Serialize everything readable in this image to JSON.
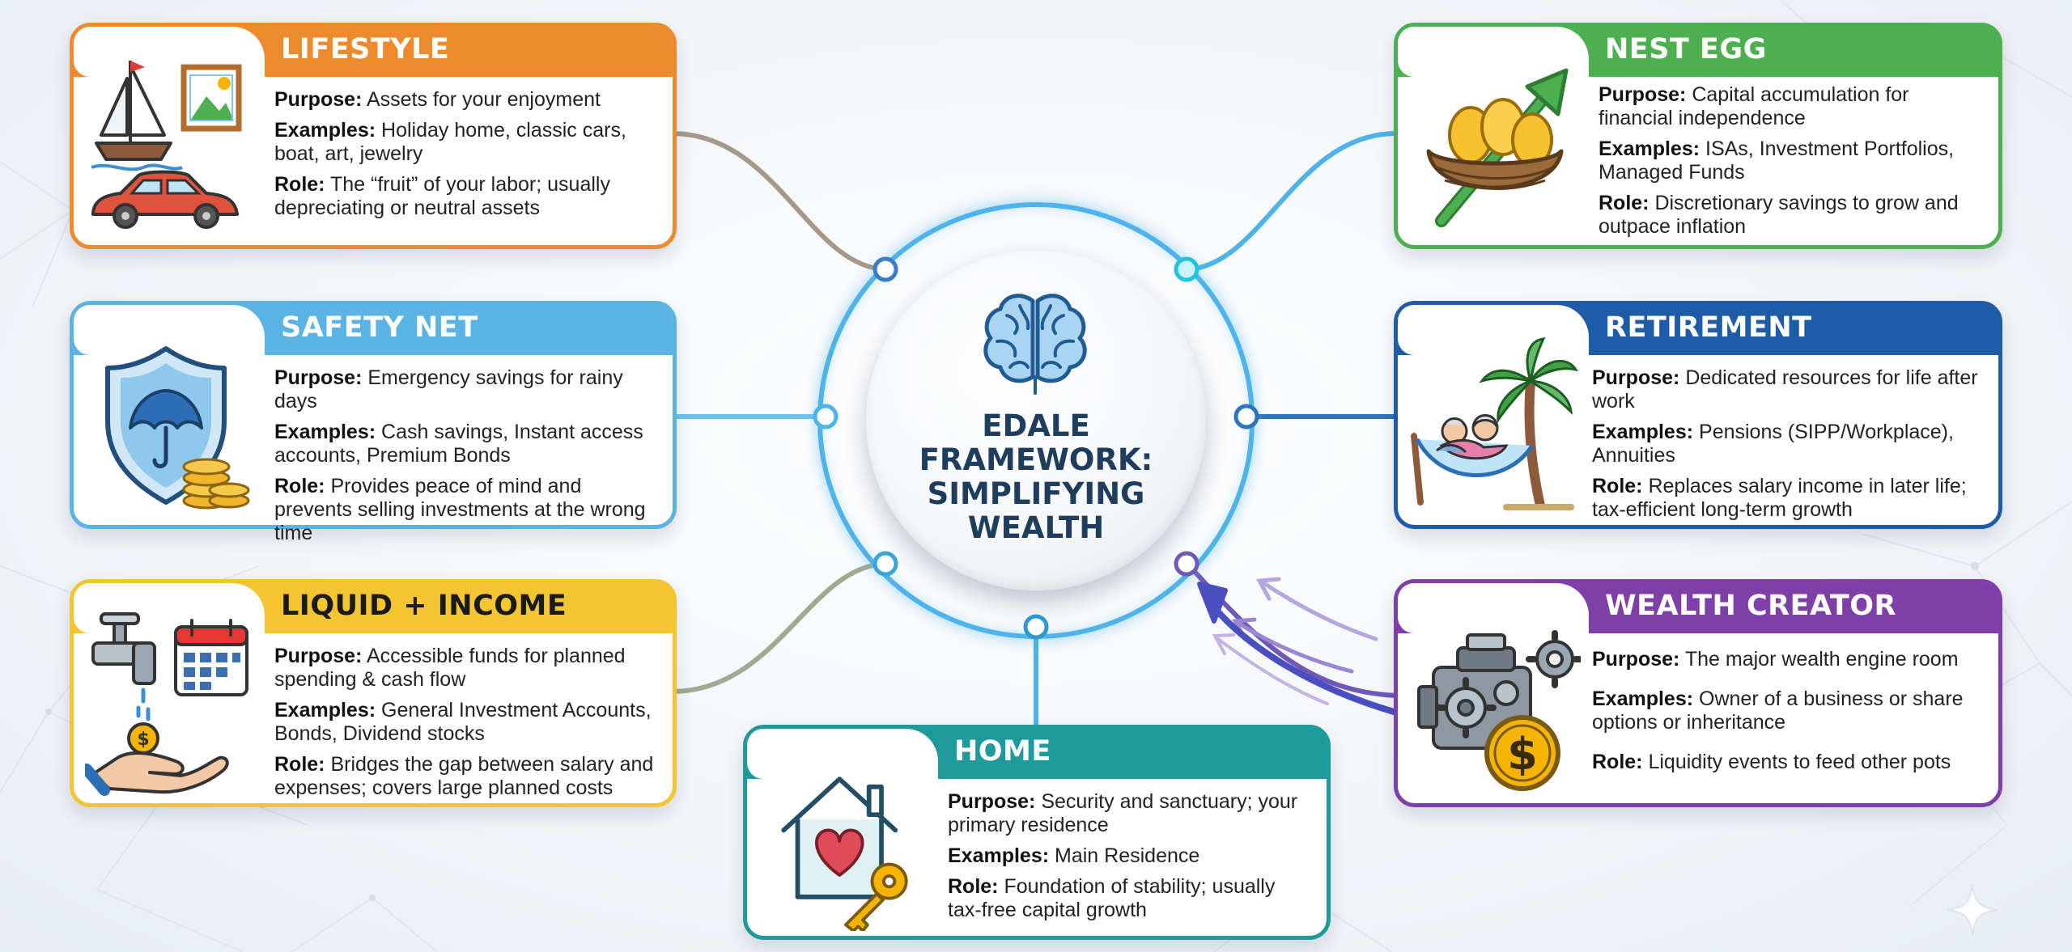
{
  "hub": {
    "title_lines": [
      "EDALE",
      "FRAMEWORK:",
      "SIMPLIFYING",
      "WEALTH"
    ],
    "icon": "brain-icon"
  },
  "cards": {
    "lifestyle": {
      "title": "LIFESTYLE",
      "color": "#ee8a2e",
      "purpose_label": "Purpose:",
      "purpose": "Assets for your enjoyment",
      "examples_label": "Examples:",
      "examples": "Holiday home, classic cars, boat, art, jewelry",
      "role_label": "Role:",
      "role": "The “fruit” of your labor; usually depreciating or neutral assets",
      "icons": [
        "sailboat-icon",
        "picture-frame-icon",
        "car-icon"
      ]
    },
    "safety_net": {
      "title": "SAFETY NET",
      "color": "#5bb3e3",
      "purpose_label": "Purpose:",
      "purpose": "Emergency savings for rainy days",
      "examples_label": "Examples:",
      "examples": "Cash savings, Instant access accounts, Premium Bonds",
      "role_label": "Role:",
      "role": "Provides peace of mind and prevents selling investments at the wrong time",
      "icons": [
        "shield-umbrella-icon",
        "coin-stack-icon"
      ]
    },
    "liquid_income": {
      "title": "LIQUID + INCOME",
      "color": "#f3c531",
      "purpose_label": "Purpose:",
      "purpose": "Accessible funds for planned spending & cash flow",
      "examples_label": "Examples:",
      "examples": "General Investment Accounts, Bonds, Dividend stocks",
      "role_label": "Role:",
      "role": "Bridges the gap between salary and expenses; covers large planned costs",
      "icons": [
        "faucet-icon",
        "calendar-icon",
        "hand-coin-icon"
      ]
    },
    "home": {
      "title": "HOME",
      "color": "#1f9a9a",
      "purpose_label": "Purpose:",
      "purpose": "Security and sanctuary; your primary residence",
      "examples_label": "Examples:",
      "examples": "Main Residence",
      "role_label": "Role:",
      "role": "Foundation of stability; usually tax-free capital growth",
      "icons": [
        "house-heart-icon",
        "key-icon"
      ]
    },
    "nest_egg": {
      "title": "NEST EGG",
      "color": "#4caf50",
      "purpose_label": "Purpose:",
      "purpose": "Capital accumulation for financial independence",
      "examples_label": "Examples:",
      "examples": "ISAs, Investment Portfolios, Managed Funds",
      "role_label": "Role:",
      "role": "Discretionary savings to grow and outpace inflation",
      "icons": [
        "golden-eggs-nest-icon",
        "growth-arrow-icon"
      ]
    },
    "retirement": {
      "title": "RETIREMENT",
      "color": "#1f5ca8",
      "purpose_label": "Purpose:",
      "purpose": "Dedicated resources for life after work",
      "examples_label": "Examples:",
      "examples": "Pensions (SIPP/Workplace), Annuities",
      "role_label": "Role:",
      "role": "Replaces salary income in later life; tax-efficient long-term growth",
      "icons": [
        "palm-tree-icon",
        "hammock-couple-icon"
      ]
    },
    "wealth_creator": {
      "title": "WEALTH CREATOR",
      "color": "#7e3fa8",
      "purpose_label": "Purpose:",
      "purpose": "The major wealth engine room",
      "examples_label": "Examples:",
      "examples": "Owner of a business or share options or inheritance",
      "role_label": "Role:",
      "role": "Liquidity events to feed other pots",
      "icons": [
        "engine-gears-icon",
        "dollar-coin-icon"
      ]
    }
  },
  "decor": {
    "icon": "sparkle-icon",
    "ring_color": "#4db3ea"
  }
}
